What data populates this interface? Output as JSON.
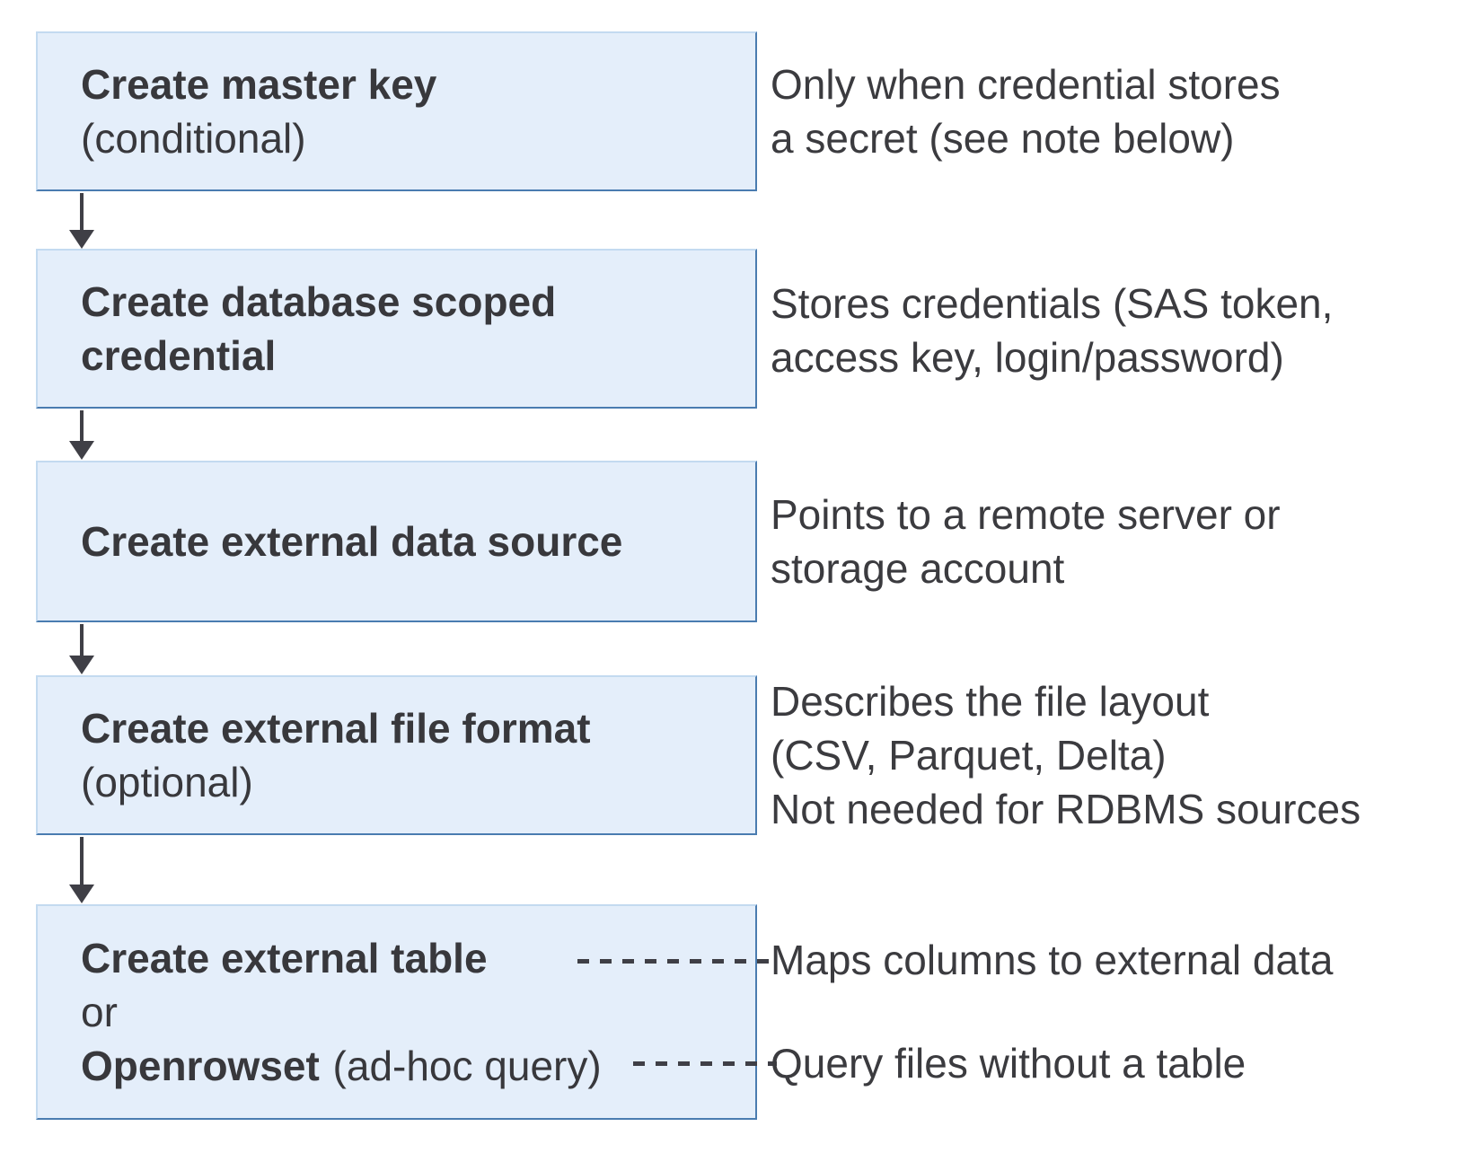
{
  "diagram": {
    "boxes": {
      "master_key": {
        "title": "Create master key",
        "qualifier": "(conditional)"
      },
      "scoped_credential": {
        "title_line1": "Create database scoped",
        "title_line2": "credential"
      },
      "data_source": {
        "title": "Create external data source"
      },
      "file_format": {
        "title": "Create external file format",
        "qualifier": "(optional)"
      },
      "external_table": {
        "title": "Create external table",
        "or_label": "or",
        "alt_title": "Openrowset",
        "alt_qualifier": "(ad-hoc query)"
      }
    },
    "annotations": {
      "master_key": {
        "line1": "Only when credential stores",
        "line2": "a secret (see note below)"
      },
      "scoped_credential": {
        "line1": "Stores credentials (SAS token,",
        "line2": "access key, login/password)"
      },
      "data_source": {
        "line1": "Points to a remote server or",
        "line2": "storage account"
      },
      "file_format": {
        "line1": "Describes the file layout",
        "line2": "(CSV, Parquet, Delta)",
        "line3": "Not needed for RDBMS sources"
      },
      "external_table": {
        "line1": "Maps columns to external data"
      },
      "openrowset": {
        "line1": "Query files without a table"
      }
    },
    "colors": {
      "background": "#FFFFFF",
      "box_fill": "#E4EEFA",
      "box_border_dark": "#4A7CB0",
      "box_border_light": "#C3DAF0",
      "text": "#38383C",
      "arrow": "#3F3F46"
    }
  }
}
